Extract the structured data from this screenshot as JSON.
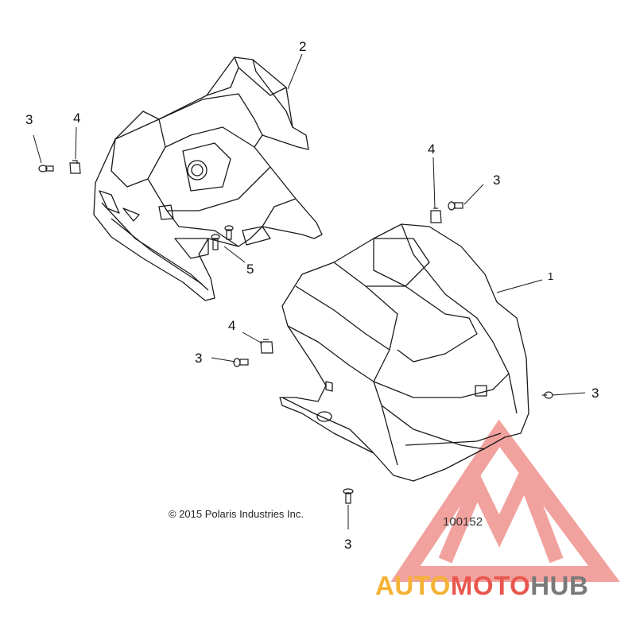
{
  "callouts": [
    {
      "id": "c2",
      "text": "2"
    },
    {
      "id": "c3a",
      "text": "3"
    },
    {
      "id": "c4a",
      "text": "4"
    },
    {
      "id": "c4b",
      "text": "4"
    },
    {
      "id": "c3b",
      "text": "3"
    },
    {
      "id": "c5",
      "text": "5"
    },
    {
      "id": "c1",
      "text": "1"
    },
    {
      "id": "c4c",
      "text": "4"
    },
    {
      "id": "c3c",
      "text": "3"
    },
    {
      "id": "c3d",
      "text": "3"
    },
    {
      "id": "c3e",
      "text": "3"
    }
  ],
  "copyright": "© 2015 Polaris Industries Inc.",
  "drawing_number": "100152",
  "watermark": {
    "part1": "AUTO",
    "part2": "MOTO",
    "part3": "HUB",
    "color_orange": "#f5b234",
    "color_red": "#e8574f",
    "color_gray": "#7a7a7a",
    "logo_icon": "triangle-m-logo-icon"
  },
  "line_color": "#1a1a1a"
}
